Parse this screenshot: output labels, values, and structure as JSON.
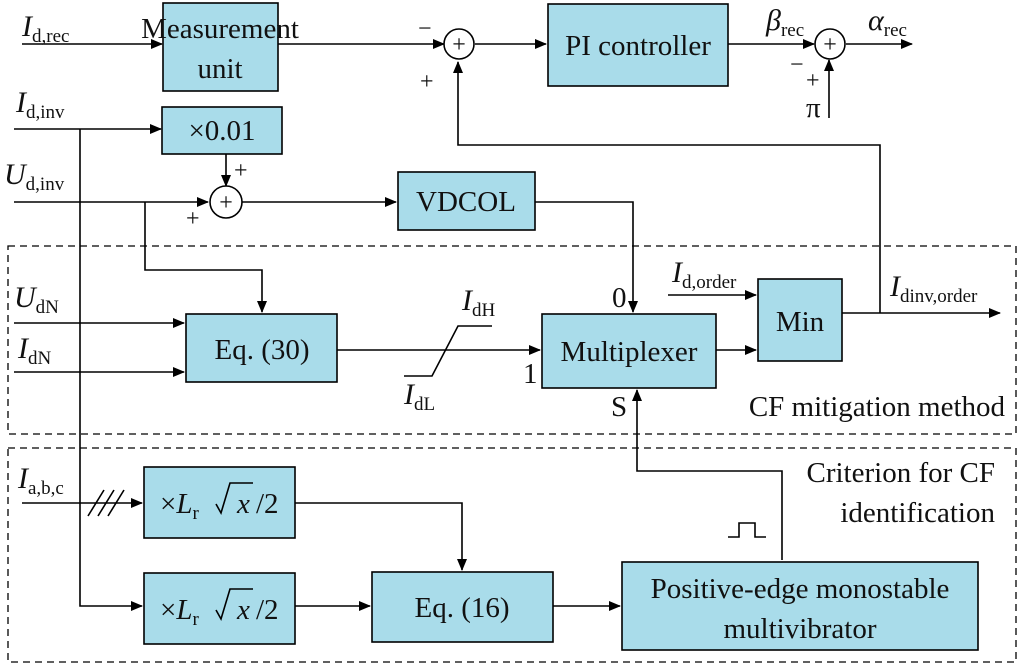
{
  "blocks": {
    "measurement": [
      "Measurement",
      "unit"
    ],
    "pi": "PI controller",
    "gain": "×0.01",
    "vdcol": "VDCOL",
    "eq30": "Eq. (30)",
    "mux": "Multiplexer",
    "min": "Min",
    "scale_r": "/2",
    "scale_L": "L",
    "scale_sub": "r",
    "scale_x": "x",
    "scale_times": "×",
    "eq16": "Eq. (16)",
    "monostable": [
      "Positive-edge monostable",
      "multivibrator"
    ]
  },
  "signals": {
    "I": "I",
    "U": "U",
    "beta": "β",
    "alpha": "α",
    "d_rec": "d,rec",
    "d_inv": "d,inv",
    "dN": "dN",
    "abc": "a,b,c",
    "dH": "dH",
    "dL": "dL",
    "d_order": "d,order",
    "dinv_order": "dinv,order",
    "rec": "rec",
    "pi": "π"
  },
  "signs": {
    "minus": "−",
    "plus": "+",
    "sum_symbol": "+"
  },
  "mux_ports": {
    "in0": "0",
    "in1": "1",
    "sel": "S"
  },
  "regions": {
    "mitigation": "CF mitigation method",
    "criterion": [
      "Criterion for CF",
      "identification"
    ]
  }
}
